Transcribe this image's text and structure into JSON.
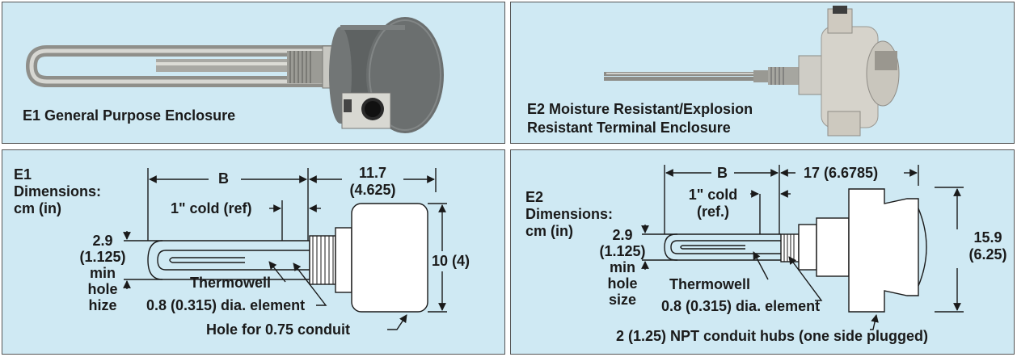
{
  "panels": {
    "e1_photo": {
      "caption": "E1 General Purpose Enclosure"
    },
    "e2_photo": {
      "caption_line1": "E2 Moisture Resistant/Explosion",
      "caption_line2": "Resistant Terminal Enclosure"
    },
    "e1_dim": {
      "title_line1": "E1",
      "title_line2": "Dimensions:",
      "title_line3": "cm (in)",
      "dim_b": "B",
      "dim_enclosure_line1": "11.7",
      "dim_enclosure_line2": "(4.625)",
      "cold_ref": "1\" cold (ref)",
      "height": "10 (4)",
      "hole_line1": "2.9",
      "hole_line2": "(1.125)",
      "hole_line3": "min",
      "hole_line4": "hole",
      "hole_line5": "hize",
      "thermowell": "Thermowell",
      "element": "0.8 (0.315) dia. element",
      "conduit_hole": "Hole for 0.75 conduit"
    },
    "e2_dim": {
      "title_line1": "E2",
      "title_line2": "Dimensions:",
      "title_line3": "cm (in)",
      "dim_b": "B",
      "dim_enclosure": "17 (6.6785)",
      "cold_line1": "1\" cold",
      "cold_line2": "(ref.)",
      "height_line1": "15.9",
      "height_line2": "(6.25)",
      "hole_line1": "2.9",
      "hole_line2": "(1.125)",
      "hole_line3": "min",
      "hole_line4": "hole",
      "hole_line5": "size",
      "thermowell": "Thermowell",
      "element": "0.8 (0.315) dia. element",
      "conduit_hubs": "2 (1.25) NPT conduit hubs (one side plugged)"
    }
  },
  "colors": {
    "panel_bg": "#cfe9f3",
    "line": "#1a1a1a",
    "metal": "#b9b9b4",
    "enclosure_gray": "#6a6e6e"
  }
}
